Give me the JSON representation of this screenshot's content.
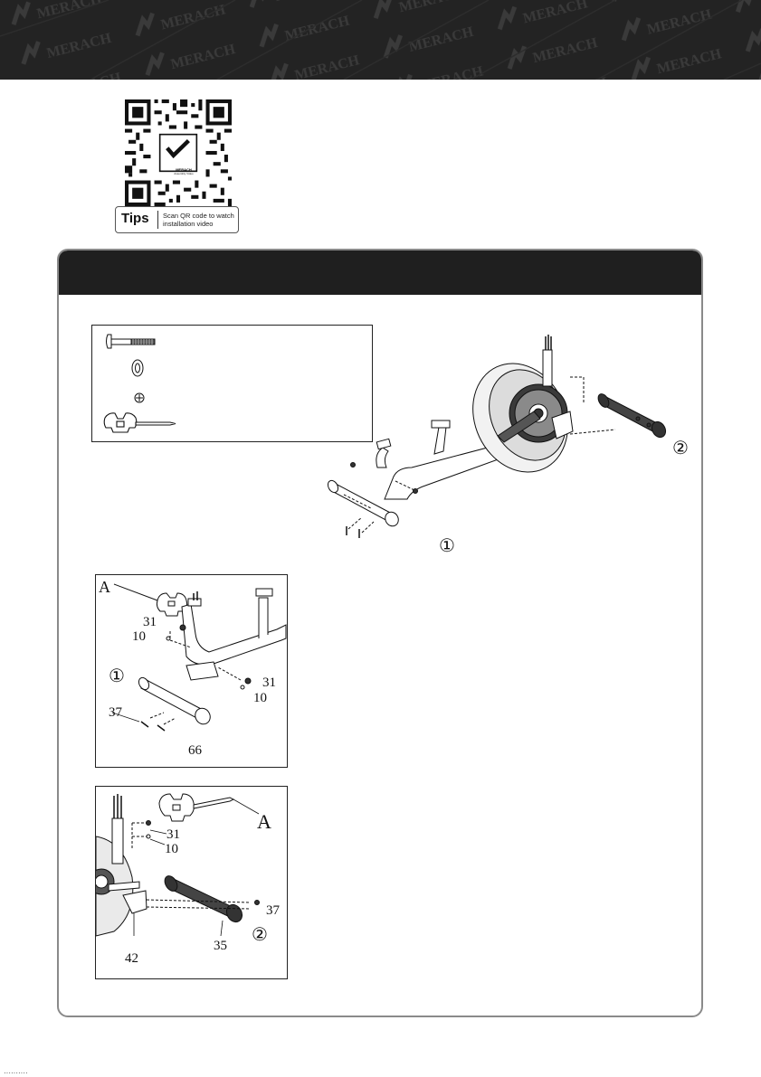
{
  "banner": {
    "brand": "MERACH",
    "background": "#232323",
    "watermark_color": "#3a3a3a"
  },
  "qr": {
    "logo_text": "MERACH",
    "logo_sub": "Assembly Video"
  },
  "tips": {
    "label": "Tips",
    "text": "Scan QR code to watch installation video"
  },
  "panel": {
    "title": "",
    "header_color": "#1f1f1f",
    "border_color": "#8a8a8a"
  },
  "hardware": {
    "items": [
      {
        "icon": "carriage-bolt-icon",
        "label": ""
      },
      {
        "icon": "washer-icon",
        "label": ""
      },
      {
        "icon": "cap-nut-icon",
        "label": ""
      },
      {
        "icon": "wrench-icon",
        "label": ""
      }
    ]
  },
  "overview": {
    "step1": "①",
    "step2": "②"
  },
  "detail1": {
    "tool": "A",
    "step": "①",
    "parts": [
      "31",
      "10",
      "31",
      "10",
      "37",
      "66"
    ]
  },
  "detail2": {
    "tool": "A",
    "step": "②",
    "parts": [
      "31",
      "10",
      "37",
      "42",
      "35"
    ]
  },
  "footer": {
    "text": "··········"
  }
}
